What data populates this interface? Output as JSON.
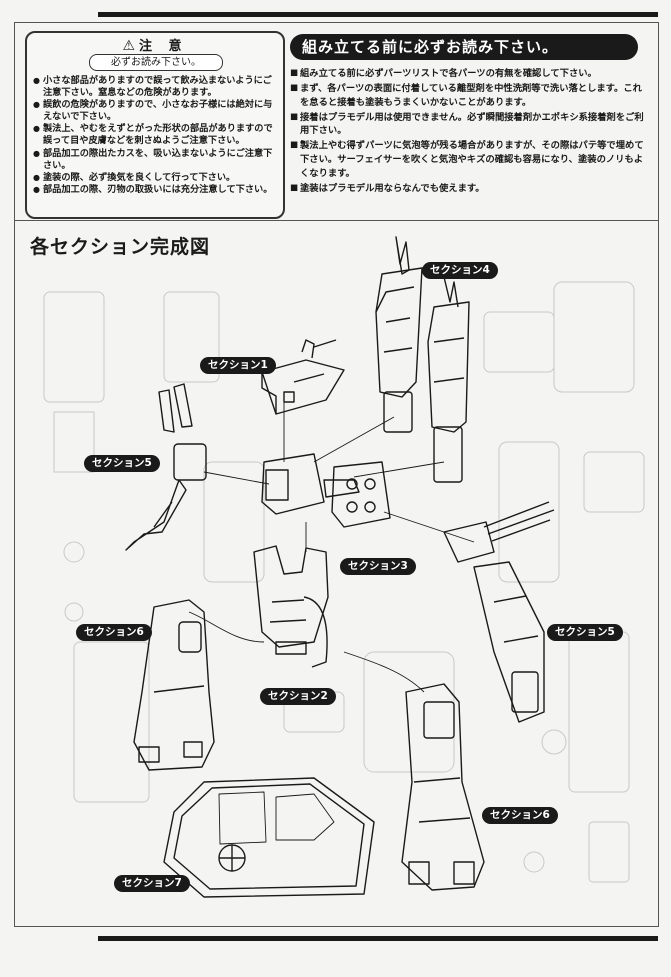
{
  "caution": {
    "title": "注 意",
    "must_read": "必ずお読み下さい。",
    "items": [
      "小さな部品がありますので誤って飲み込まないようにご注意下さい。窒息などの危険があります。",
      "誤飲の危険がありますので、小さなお子様には絶対に与えないで下さい。",
      "製法上、やむをえずとがった形状の部品がありますので誤って目や皮膚などを刺さぬようご注意下さい。",
      "部品加工の際出たカスを、吸い込まないようにご注意下さい。",
      "塗装の際、必ず換気を良くして行って下さい。",
      "部品加工の際、刃物の取扱いには充分注意して下さい。"
    ]
  },
  "read_before": {
    "title": "組み立てる前に必ずお読み下さい。",
    "items": [
      "組み立てる前に必ずパーツリストで各パーツの有無を確認して下さい。",
      "まず、各パーツの表面に付着している離型剤を中性洗剤等で洗い落とします。これを怠ると接着も塗装もうまくいかないことがあります。",
      "接着はプラモデル用は使用できません。必ず瞬間接着剤かエポキシ系接着剤をご利用下さい。",
      "製法上やむ得ずパーツに気泡等が残る場合がありますが、その際はパテ等で埋めて下さい。サーフェイサーを吹くと気泡やキズの確認も容易になり、塗装のノリもよくなります。",
      "塗装はプラモデル用ならなんでも使えます。"
    ]
  },
  "section_heading": "各セクション完成図",
  "labels": {
    "s1": "セクション1",
    "s2": "セクション2",
    "s3": "セクション3",
    "s4": "セクション4",
    "s5_left": "セクション5",
    "s5_right": "セクション5",
    "s6_left": "セクション6",
    "s6_right": "セクション6",
    "s7": "セクション7"
  },
  "colors": {
    "ink": "#1a1a1a",
    "paper": "#f4f4f2",
    "ghost": "#c8c8c8"
  }
}
